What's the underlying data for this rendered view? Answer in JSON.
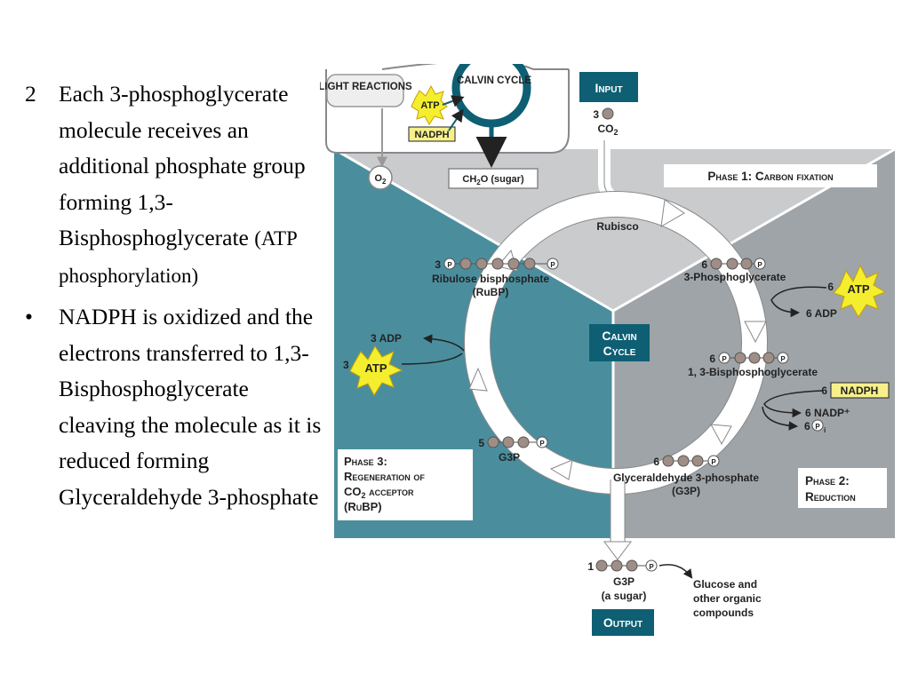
{
  "slide": {
    "items": [
      {
        "marker": "2",
        "text": "Each 3-phosphoglycerate molecule receives an additional phosphate group forming 1,3-Bisphosphoglycerate",
        "note": "(ATP phosphorylation)"
      },
      {
        "marker": "•",
        "text": "NADPH is oxidized and the electrons transferred to 1,3-Bisphosphoglycerate cleaving the molecule as it is reduced forming Glyceraldehyde 3-phosphate"
      }
    ]
  },
  "diagram": {
    "light_reactions": "LIGHT REACTIONS",
    "calvin_cycle_top": "CALVIN CYCLE",
    "atp": "ATP",
    "nadph": "NADPH",
    "o2": "O",
    "o2_sub": "2",
    "sugar": "CH",
    "sugar_sub": "2",
    "sugar_rest": "O (sugar)",
    "input": "Input",
    "co2_count": "3",
    "co2": "CO",
    "co2_sub": "2",
    "phase1": "Phase 1: Carbon fixation",
    "rubisco": "Rubisco",
    "rubp_count": "3",
    "rubp_name": "Ribulose bisphosphate",
    "rubp_abbr": "(RuBP)",
    "pga_count": "6",
    "pga_name": "3-Phosphoglycerate",
    "atp_in_count": "6",
    "atp_in": "ATP",
    "adp_out": "6 ADP",
    "calvin_center_1": "Calvin",
    "calvin_center_2": "Cycle",
    "bpg_count": "6",
    "bpg_name": "1, 3-Bisphosphoglycerate",
    "nadph_count": "6",
    "nadph_in": "NADPH",
    "nadp_out": "6 NADP⁺",
    "pi_count": "6",
    "pi_sub": "i",
    "g3p_count": "6",
    "g3p_name": "Glyceraldehyde 3-phosphate",
    "g3p_abbr": "(G3P)",
    "phase2_line1": "Phase 2:",
    "phase2_line2": "Reduction",
    "adp3": "3 ADP",
    "atp3_count": "3",
    "atp3": "ATP",
    "g3p5_count": "5",
    "g3p5": "G3P",
    "phase3_line1": "Phase 3:",
    "phase3_line2": "Regeneration of",
    "phase3_line3a": "CO",
    "phase3_line3sub": "2",
    "phase3_line3b": " acceptor",
    "phase3_line4": "(RuBP)",
    "out_count": "1",
    "out_g3p": "G3P",
    "out_sugar": "(a sugar)",
    "output": "Output",
    "glucose_1": "Glucose and",
    "glucose_2": "other organic",
    "glucose_3": "compounds",
    "p": "P"
  },
  "colors": {
    "teal": "#4a8e9e",
    "light_gray": "#c9cbcd",
    "mid_gray": "#9fa4a8",
    "label_teal": "#0e5f73",
    "atp_yellow": "#f4ee2e",
    "nadph_yellow": "#f7f08a",
    "carbon": "#a08e86"
  }
}
